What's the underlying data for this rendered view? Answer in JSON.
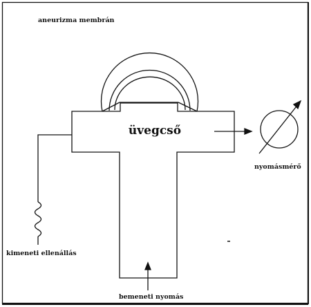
{
  "labels": {
    "aneurysm_membrane": "aneurizma membrán",
    "glass_tube": "üvegcső",
    "pressure_gauge": "nyomásmérő",
    "output_resistance": "kimeneti ellenállás",
    "input_pressure": "bemeneti nyomás"
  },
  "colors": {
    "stroke": "#111111",
    "background": "#ffffff"
  }
}
